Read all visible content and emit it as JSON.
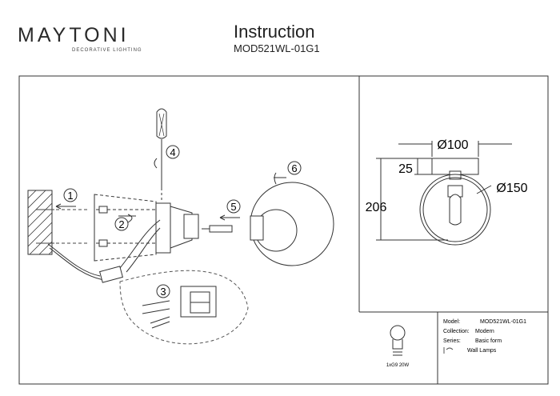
{
  "header": {
    "brand": "MAYTONI",
    "tagline": "DECORATIVE LIGHTING",
    "title": "Instruction",
    "model_code": "MOD521WL-01G1"
  },
  "steps": [
    "1",
    "2",
    "3",
    "4",
    "5",
    "6"
  ],
  "dimensions": {
    "top_width": "Ø100",
    "base_depth": "25",
    "shade_diameter": "Ø150",
    "height": "206"
  },
  "info": {
    "model_label": "Model:",
    "model_value": "MOD521WL-01G1",
    "collection_label": "Collection:",
    "collection_value": "Modern",
    "series_label": "Series:",
    "series_value": "Basic form",
    "category": "Wall Lamps",
    "bulb_spec": "1xG9 20W"
  },
  "colors": {
    "line": "#333333",
    "dashed": "#555555"
  }
}
